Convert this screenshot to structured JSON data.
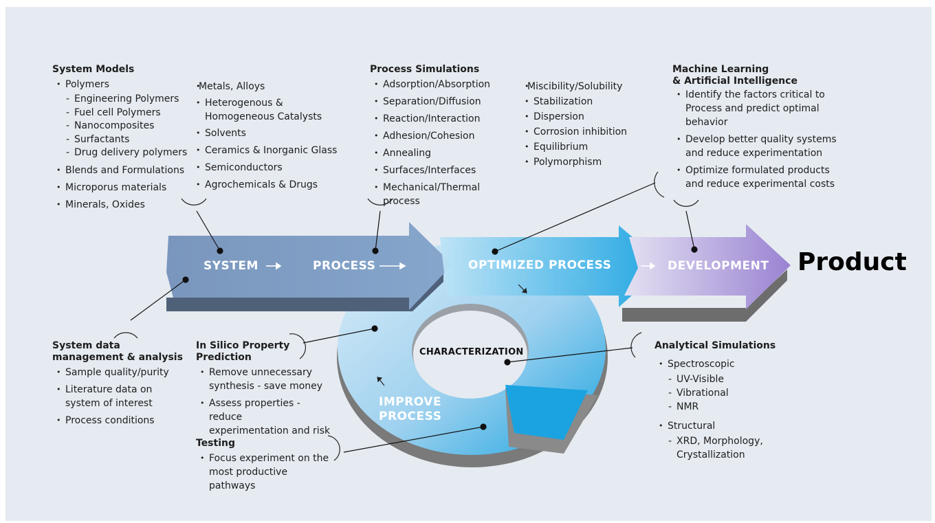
{
  "flow": {
    "system": "SYSTEM",
    "process": "PROCESS",
    "optimized": "OPTIMIZED PROCESS",
    "development": "DEVELOPMENT",
    "product": "Product",
    "characterization": "CHARACTERIZATION",
    "improve_1": "IMPROVE",
    "improve_2": "PROCESS"
  },
  "system_models": {
    "title": "System Models",
    "polymers": "Polymers",
    "polymer_subs": [
      "Engineering Polymers",
      "Fuel cell Polymers",
      "Nanocomposites",
      "Surfactants",
      "Drug delivery polymers"
    ],
    "others": [
      "Blends and Formulations",
      "Microporus materials",
      "Minerals, Oxides"
    ]
  },
  "materials": {
    "first": "Metals, Alloys",
    "catalysts_1": "Heterogenous &",
    "catalysts_2": "Homogeneous Catalysts",
    "items": [
      "Solvents",
      "Ceramics & Inorganic Glass",
      "Semiconductors",
      "Agrochemicals & Drugs"
    ]
  },
  "process_simulations": {
    "title": "Process Simulations",
    "items": [
      "Adsorption/Absorption",
      "Separation/Diffusion",
      "Reaction/Interaction",
      "Adhesion/Cohesion",
      "Annealing",
      "Surfaces/Interfaces",
      "Mechanical/Thermal process"
    ]
  },
  "miscibility": {
    "first": "Miscibility/Solubility",
    "items": [
      "Stabilization",
      "Dispersion",
      "Corrosion inhibition",
      "Equilibrium",
      "Polymorphism"
    ]
  },
  "ml": {
    "title_1": "Machine Learning",
    "title_2": "& Artificial Intelligence",
    "items": [
      [
        "Identify the factors critical to",
        "Process and predict optimal",
        "behavior"
      ],
      [
        "Develop better quality systems",
        "and reduce experimentation"
      ],
      [
        "Optimize formulated products",
        "and reduce experimental costs"
      ]
    ]
  },
  "system_data": {
    "title_1": "System data",
    "title_2": "management & analysis",
    "items": [
      [
        "Sample quality/purity"
      ],
      [
        "Literature data on",
        "system of interest"
      ],
      [
        "Process conditions"
      ]
    ]
  },
  "in_silico": {
    "title_1": "In Silico Property",
    "title_2": "Prediction",
    "items": [
      [
        "Remove unnecessary",
        "synthesis - save money"
      ],
      [
        "Assess properties - reduce",
        "experimentation and risk"
      ]
    ]
  },
  "testing": {
    "title": "Testing",
    "items": [
      [
        "Focus experiment on the",
        "most productive pathways"
      ]
    ]
  },
  "analytical": {
    "title": "Analytical Simulations",
    "spectroscopic": "Spectroscopic",
    "spectro_subs": [
      "UV-Visible",
      "Vibrational",
      "NMR"
    ],
    "structural": "Structural",
    "struct_sub_1": "XRD, Morphology,",
    "struct_sub_2": "Crystallization"
  },
  "colors": {
    "frame": "#e6ebf1",
    "system_arrow": "#7e9bc2",
    "system_arrow_side": "#4f6179",
    "cycle_light": "#cfe7f6",
    "cycle_dark": "#1aa3e0",
    "development": "#a58fd6"
  }
}
